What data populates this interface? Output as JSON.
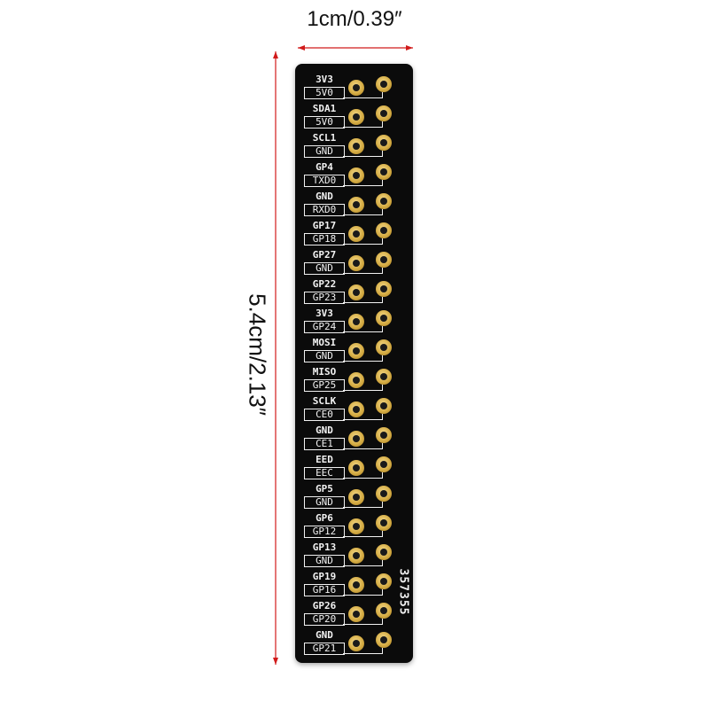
{
  "dimensions": {
    "width_label": "1cm/0.39″",
    "height_label": "5.4cm/2.13″"
  },
  "board": {
    "serial": "357355",
    "colors": {
      "board": "#0b0b0b",
      "pad": "#d6ad45",
      "silkscreen": "#f2f2f2",
      "dimension_line": "#d11a1a"
    },
    "rows": [
      {
        "top": "3V3",
        "bottom": "5V0"
      },
      {
        "top": "SDA1",
        "bottom": "5V0"
      },
      {
        "top": "SCL1",
        "bottom": "GND"
      },
      {
        "top": "GP4",
        "bottom": "TXD0"
      },
      {
        "top": "GND",
        "bottom": "RXD0"
      },
      {
        "top": "GP17",
        "bottom": "GP18"
      },
      {
        "top": "GP27",
        "bottom": "GND"
      },
      {
        "top": "GP22",
        "bottom": "GP23"
      },
      {
        "top": "3V3",
        "bottom": "GP24"
      },
      {
        "top": "MOSI",
        "bottom": "GND"
      },
      {
        "top": "MISO",
        "bottom": "GP25"
      },
      {
        "top": "SCLK",
        "bottom": "CE0"
      },
      {
        "top": "GND",
        "bottom": "CE1"
      },
      {
        "top": "EED",
        "bottom": "EEC"
      },
      {
        "top": "GP5",
        "bottom": "GND"
      },
      {
        "top": "GP6",
        "bottom": "GP12"
      },
      {
        "top": "GP13",
        "bottom": "GND"
      },
      {
        "top": "GP19",
        "bottom": "GP16"
      },
      {
        "top": "GP26",
        "bottom": "GP20"
      },
      {
        "top": "GND",
        "bottom": "GP21"
      }
    ]
  }
}
